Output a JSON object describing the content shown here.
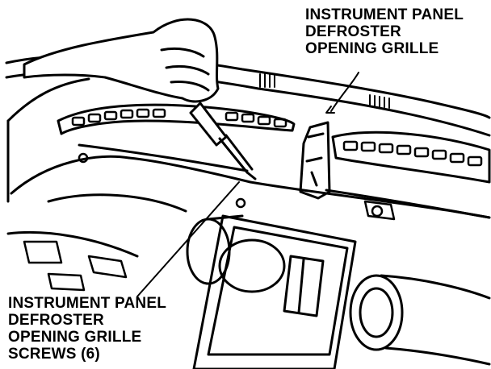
{
  "callouts": {
    "grille": {
      "lines": [
        "INSTRUMENT PANEL",
        "DEFROSTER",
        "OPENING GRILLE"
      ]
    },
    "screws": {
      "lines": [
        "INSTRUMENT PANEL",
        "DEFROSTER",
        "OPENING GRILLE",
        "SCREWS (6)"
      ]
    }
  },
  "colors": {
    "ink": "#000000",
    "paper": "#ffffff"
  }
}
